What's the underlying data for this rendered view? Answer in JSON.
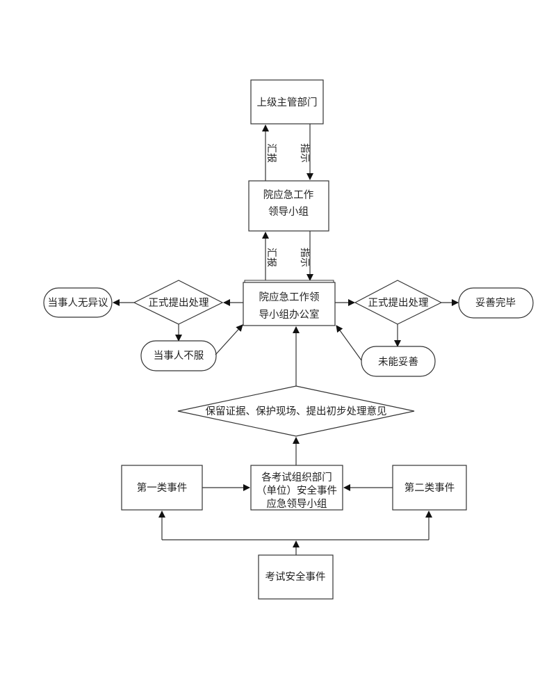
{
  "diagram": {
    "type": "flowchart",
    "nodes": {
      "superior_dept": {
        "label": "上级主管部门",
        "shape": "rectangle"
      },
      "leadership_group": {
        "lines": [
          "院应急工作",
          "领导小组"
        ],
        "shape": "rectangle"
      },
      "office": {
        "lines": [
          "院应急工作领",
          "导小组办公室"
        ],
        "shape": "rectangle"
      },
      "left_decision": {
        "label": "正式提出处理",
        "shape": "diamond"
      },
      "no_objection": {
        "label": "当事人无异议",
        "shape": "terminator"
      },
      "disagree": {
        "label": "当事人不服",
        "shape": "terminator"
      },
      "right_decision": {
        "label": "正式提出处理",
        "shape": "diamond"
      },
      "resolved": {
        "label": "妥善完毕",
        "shape": "terminator"
      },
      "unresolved": {
        "label": "未能妥善",
        "shape": "terminator"
      },
      "preserve_evidence": {
        "label": "保留证据、保护现场、提出初步处理意见",
        "shape": "diamond"
      },
      "dept_group": {
        "lines": [
          "各考试组织部门",
          "（单位）安全事件",
          "应急领导小组"
        ],
        "shape": "rectangle"
      },
      "type_one": {
        "label": "第一类事件",
        "shape": "rectangle"
      },
      "type_two": {
        "label": "第二类事件",
        "shape": "rectangle"
      },
      "exam_incident": {
        "label": "考试安全事件",
        "shape": "rectangle"
      }
    },
    "edge_labels": {
      "report": "汇报",
      "instruct": "指示"
    },
    "edges": [
      {
        "from": "leadership_group",
        "to": "superior_dept",
        "label": "汇报"
      },
      {
        "from": "superior_dept",
        "to": "leadership_group",
        "label": "指示"
      },
      {
        "from": "office",
        "to": "leadership_group",
        "label": "汇报"
      },
      {
        "from": "leadership_group",
        "to": "office",
        "label": "指示"
      },
      {
        "from": "office",
        "to": "left_decision"
      },
      {
        "from": "left_decision",
        "to": "no_objection"
      },
      {
        "from": "left_decision",
        "to": "disagree"
      },
      {
        "from": "disagree",
        "to": "office"
      },
      {
        "from": "office",
        "to": "right_decision"
      },
      {
        "from": "right_decision",
        "to": "resolved"
      },
      {
        "from": "right_decision",
        "to": "unresolved"
      },
      {
        "from": "unresolved",
        "to": "office"
      },
      {
        "from": "preserve_evidence",
        "to": "office"
      },
      {
        "from": "dept_group",
        "to": "preserve_evidence"
      },
      {
        "from": "type_one",
        "to": "dept_group"
      },
      {
        "from": "type_two",
        "to": "dept_group"
      },
      {
        "from": "exam_incident",
        "to": "type_one"
      },
      {
        "from": "exam_incident",
        "to": "type_two"
      }
    ]
  }
}
